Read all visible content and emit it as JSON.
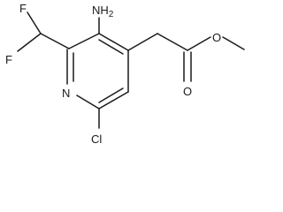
{
  "molecule": {
    "atoms": {
      "amino_n": "NH",
      "amino_sub": "2",
      "fluorine_top": "F",
      "fluorine_left": "F",
      "ring_n": "N",
      "chlorine": "Cl",
      "carbonyl_o": "O",
      "ester_o": "O"
    }
  }
}
